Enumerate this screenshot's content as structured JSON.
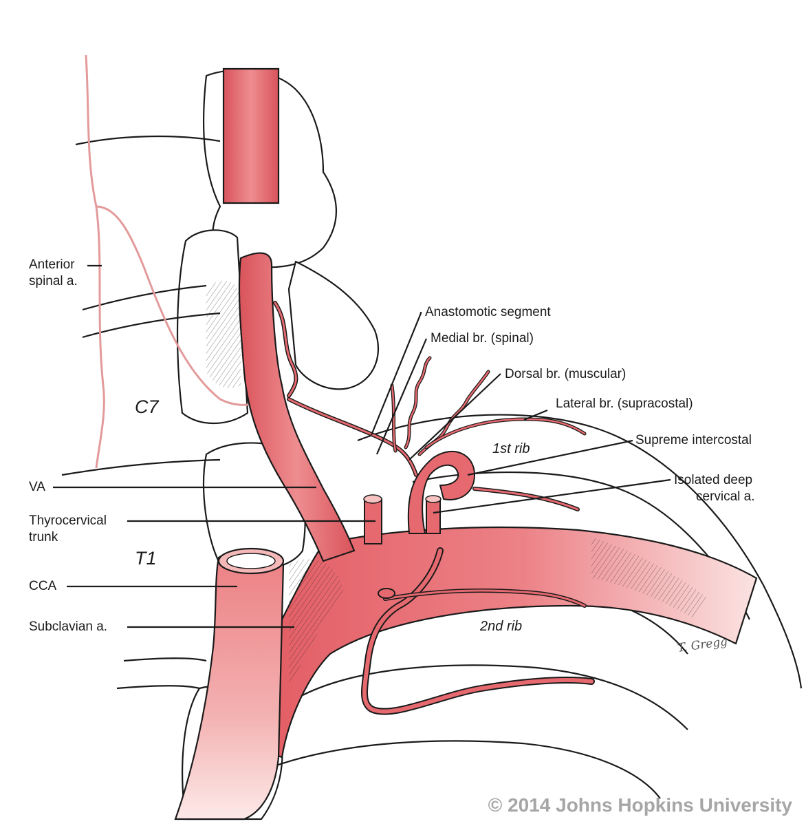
{
  "labels": {
    "anterior_spinal": [
      "Anterior",
      "spinal a."
    ],
    "anastomotic": "Anastomotic segment",
    "medial_br": "Medial br. (spinal)",
    "dorsal_br": "Dorsal br. (muscular)",
    "lateral_br": "Lateral br. (supracostal)",
    "supreme": "Supreme intercostal",
    "isolated": [
      "Isolated deep",
      "cervical a."
    ],
    "va": "VA",
    "thyrocervical": [
      "Thyrocervical",
      "trunk"
    ],
    "cca": "CCA",
    "subclavian": "Subclavian a.",
    "c7": "C7",
    "t1": "T1",
    "rib1": "1st rib",
    "rib2": "2nd rib"
  },
  "signature": "T. Gregg",
  "copyright": "© 2014 Johns Hopkins University",
  "colors": {
    "artery": "#e8777a",
    "artery_dark": "#c94f55",
    "artery_light": "#f6c3c2",
    "outline": "#1a1a1a",
    "copyright": "#a6a6a6"
  }
}
